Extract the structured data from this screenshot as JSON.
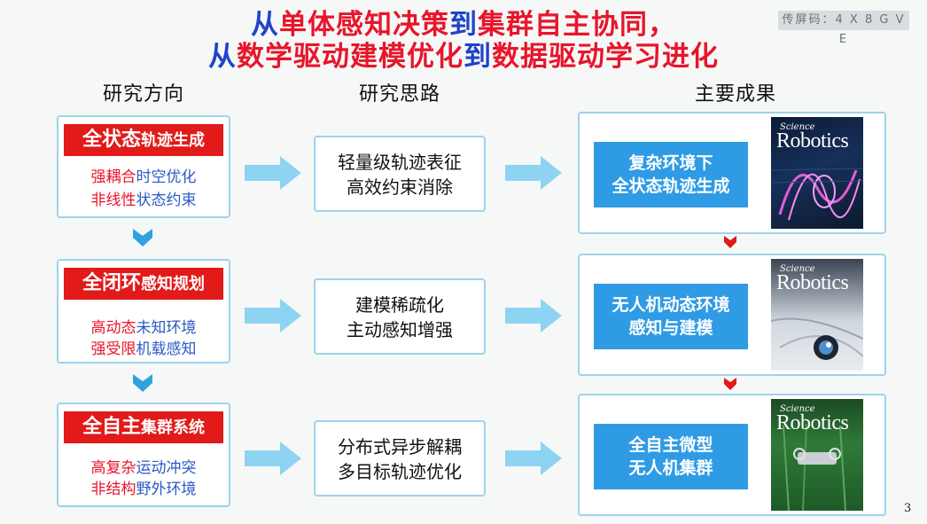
{
  "title": {
    "line1": [
      {
        "text": "从",
        "color": "blue"
      },
      {
        "text": "单体感知决策",
        "color": "red"
      },
      {
        "text": "到",
        "color": "blue"
      },
      {
        "text": "集群自主协同，",
        "color": "red"
      }
    ],
    "line2": [
      {
        "text": "从",
        "color": "blue"
      },
      {
        "text": "数学驱动建模优化",
        "color": "red"
      },
      {
        "text": "到",
        "color": "blue"
      },
      {
        "text": "数据驱动学习进化",
        "color": "red"
      }
    ]
  },
  "share_code": "传屏码：4 X 8 G V E",
  "columns": {
    "direction": "研究方向",
    "approach": "研究思路",
    "results": "主要成果"
  },
  "rows": [
    {
      "direction": {
        "header_big": "全状态",
        "header_small": "轨迹生成",
        "line1_red": "强耦合",
        "line1_blue": "时空优化",
        "line2_red": "非线性",
        "line2_blue": "状态约束"
      },
      "approach": {
        "line1": "轻量级轨迹表征",
        "line2": "高效约束消除"
      },
      "result": {
        "line1": "复杂环境下",
        "line2": "全状态轨迹生成"
      },
      "cover": {
        "small": "Science",
        "big": "Robotics"
      }
    },
    {
      "direction": {
        "header_big": "全闭环",
        "header_small": "感知规划",
        "line1_red": "高动态",
        "line1_blue": "未知环境",
        "line2_red": "强受限",
        "line2_blue": "机载感知"
      },
      "approach": {
        "line1": "建模稀疏化",
        "line2": "主动感知增强"
      },
      "result": {
        "line1": "无人机动态环境",
        "line2": "感知与建模"
      },
      "cover": {
        "small": "Science",
        "big": "Robotics"
      }
    },
    {
      "direction": {
        "header_big": "全自主",
        "header_small": "集群系统",
        "line1_red": "高复杂",
        "line1_blue": "运动冲突",
        "line2_red": "非结构",
        "line2_blue": "野外环境"
      },
      "approach": {
        "line1": "分布式异步解耦",
        "line2": "多目标轨迹优化"
      },
      "result": {
        "line1": "全自主微型",
        "line2": "无人机集群"
      },
      "cover": {
        "small": "Science",
        "big": "Robotics"
      }
    }
  ],
  "page_number": "3",
  "colors": {
    "blue": "#1f43c8",
    "red": "#e8152b",
    "header_red": "#e21a1a",
    "result_blue": "#2f9be4",
    "arrow": "#8fd3f2",
    "box_border": "#9fd2ec"
  }
}
